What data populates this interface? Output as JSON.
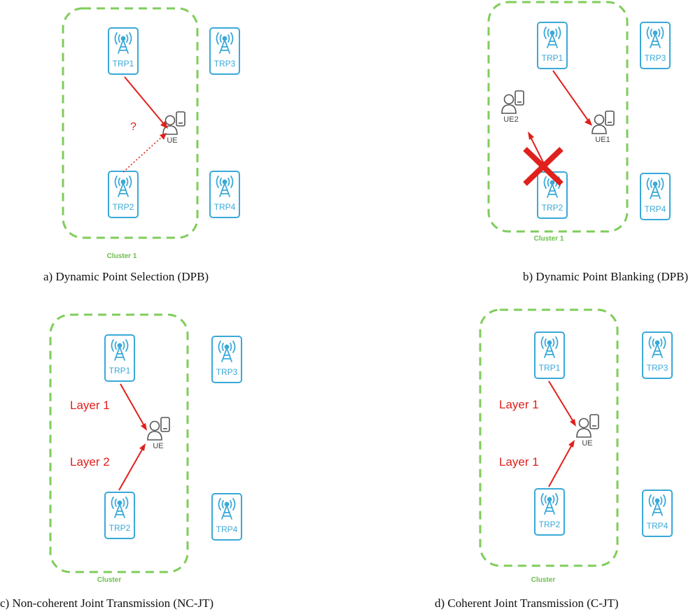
{
  "colors": {
    "trp": "#3aa9d8",
    "cluster": "#7fcd5a",
    "cluster_label": "#6bbf4a",
    "arrow": "#e0201c",
    "ue": "#555555",
    "caption": "#111111"
  },
  "icons": {
    "trp": "antenna-tower-icon",
    "ue": "user-with-phone-icon",
    "blocked": "red-cross-icon"
  },
  "panels": [
    {
      "id": "a",
      "caption": "a) Dynamic Point Selection (DPB)",
      "cluster_label": "Cluster 1",
      "trps": [
        "TRP1",
        "TRP3",
        "TRP2",
        "TRP4"
      ],
      "ues": [
        "UE"
      ],
      "question_mark": "?"
    },
    {
      "id": "b",
      "caption": "b) Dynamic Point Blanking (DPB)",
      "cluster_label": "Cluster 1",
      "trps": [
        "TRP1",
        "TRP3",
        "TRP2",
        "TRP4"
      ],
      "ues": [
        "UE2",
        "UE1"
      ]
    },
    {
      "id": "c",
      "caption": "c) Non-coherent Joint Transmission (NC-JT)",
      "cluster_label": "Cluster",
      "trps": [
        "TRP1",
        "TRP3",
        "TRP2",
        "TRP4"
      ],
      "ues": [
        "UE"
      ],
      "layers": [
        "Layer 1",
        "Layer 2"
      ]
    },
    {
      "id": "d",
      "caption": "d) Coherent Joint Transmission (C-JT)",
      "cluster_label": "Cluster",
      "trps": [
        "TRP1",
        "TRP3",
        "TRP2",
        "TRP4"
      ],
      "ues": [
        "UE"
      ],
      "layers": [
        "Layer 1",
        "Layer 1"
      ]
    }
  ]
}
